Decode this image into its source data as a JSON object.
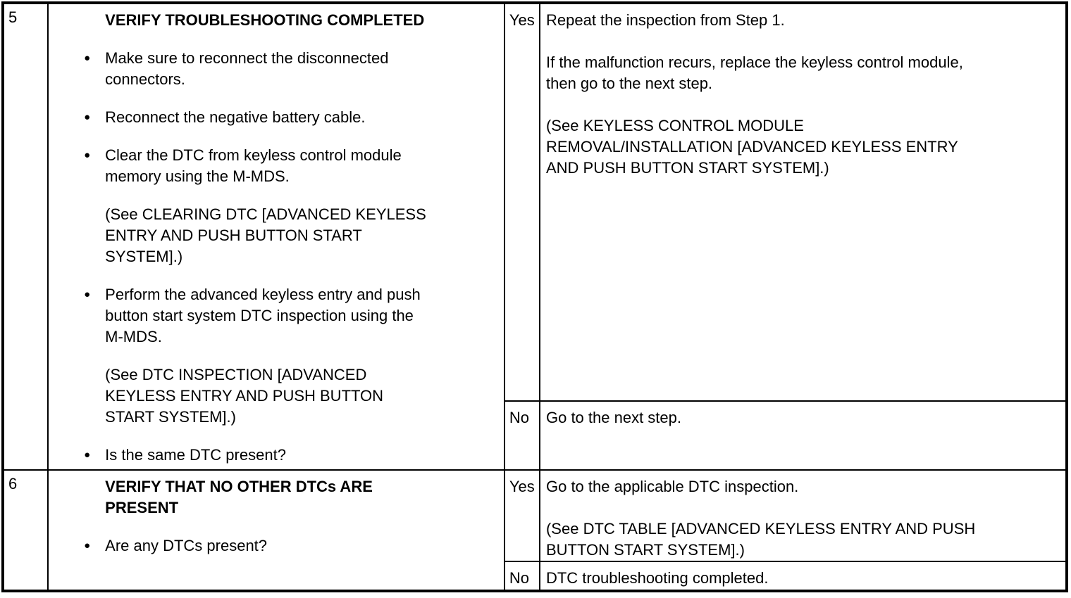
{
  "icons": {
    "bullet": "●"
  },
  "steps": [
    {
      "step": "5",
      "title": "VERIFY TROUBLESHOOTING COMPLETED",
      "items": [
        {
          "type": "bullet",
          "text": "Make sure to reconnect the disconnected\nconnectors."
        },
        {
          "type": "bullet",
          "text": "Reconnect the negative battery cable."
        },
        {
          "type": "bullet",
          "text": "Clear the DTC from keyless control module\nmemory using the M-MDS."
        },
        {
          "type": "note",
          "text": "(See CLEARING DTC [ADVANCED KEYLESS\nENTRY AND PUSH BUTTON START\nSYSTEM].)"
        },
        {
          "type": "bullet",
          "text": "Perform the advanced keyless entry and push\nbutton start system DTC inspection using the\nM-MDS."
        },
        {
          "type": "note",
          "text": "(See DTC INSPECTION [ADVANCED\nKEYLESS ENTRY AND PUSH BUTTON\nSTART SYSTEM].)"
        },
        {
          "type": "bullet",
          "text": "Is the same DTC present?"
        }
      ],
      "branches": [
        {
          "answer": "Yes",
          "result": "Repeat the inspection from Step 1.\n\nIf the malfunction recurs, replace the keyless control module,\nthen go to the next step.\n\n(See KEYLESS CONTROL MODULE\nREMOVAL/INSTALLATION [ADVANCED KEYLESS ENTRY\nAND PUSH BUTTON START SYSTEM].)"
        },
        {
          "answer": "No",
          "result": "Go to the next step."
        }
      ]
    },
    {
      "step": "6",
      "title": "VERIFY THAT NO OTHER DTCs ARE\nPRESENT",
      "items": [
        {
          "type": "bullet",
          "text": "Are any DTCs present?"
        }
      ],
      "branches": [
        {
          "answer": "Yes",
          "result": "Go to the applicable DTC inspection.\n\n(See DTC TABLE [ADVANCED KEYLESS ENTRY AND PUSH\nBUTTON START SYSTEM].)"
        },
        {
          "answer": "No",
          "result": "DTC troubleshooting completed."
        }
      ]
    }
  ]
}
